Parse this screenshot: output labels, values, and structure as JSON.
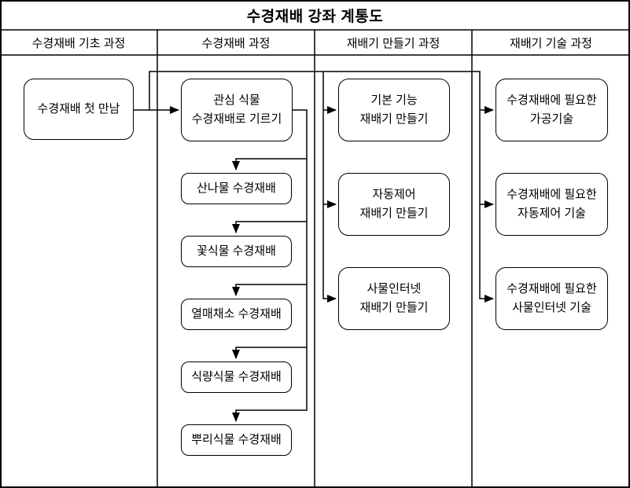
{
  "title": "수경재배 강좌 계통도",
  "colors": {
    "line": "#000000",
    "background": "#ffffff",
    "text": "#000000"
  },
  "columns": [
    {
      "header": "수경재배 기초 과정"
    },
    {
      "header": "수경재배 과정"
    },
    {
      "header": "재배기 만들기 과정"
    },
    {
      "header": "재배기 기술 과정"
    }
  ],
  "boxes": {
    "first_meeting": {
      "lines": [
        "수경재배 첫 만남"
      ]
    },
    "interest_plant": {
      "lines": [
        "관심 식물",
        "수경재배로 기르기"
      ]
    },
    "wild_greens": {
      "lines": [
        "산나물 수경재배"
      ]
    },
    "flower_plant": {
      "lines": [
        "꽃식물 수경재배"
      ]
    },
    "fruit_vegetable": {
      "lines": [
        "열매채소 수경재배"
      ]
    },
    "food_plant": {
      "lines": [
        "식량식물 수경재배"
      ]
    },
    "root_plant": {
      "lines": [
        "뿌리식물 수경재배"
      ]
    },
    "basic_function_maker": {
      "lines": [
        "기본 기능",
        "재배기 만들기"
      ]
    },
    "auto_control_maker": {
      "lines": [
        "자동제어",
        "재배기 만들기"
      ]
    },
    "iot_maker": {
      "lines": [
        "사물인터넷",
        "재배기 만들기"
      ]
    },
    "processing_tech": {
      "lines": [
        "수경재배에 필요한",
        "가공기술"
      ]
    },
    "auto_control_tech": {
      "lines": [
        "수경재배에 필요한",
        "자동제어 기술"
      ]
    },
    "iot_tech": {
      "lines": [
        "수경재배에 필요한",
        "사물인터넷 기술"
      ]
    }
  }
}
